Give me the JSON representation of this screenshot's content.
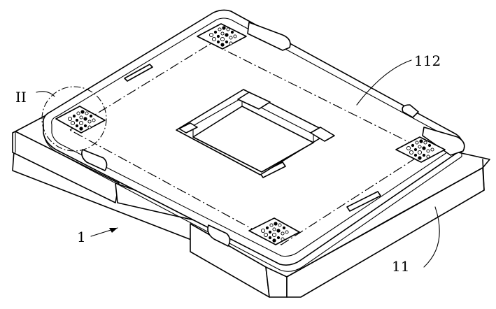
{
  "labels": {
    "callout_II": "II",
    "callout_112": "112",
    "callout_1": "1",
    "callout_11": "11"
  }
}
